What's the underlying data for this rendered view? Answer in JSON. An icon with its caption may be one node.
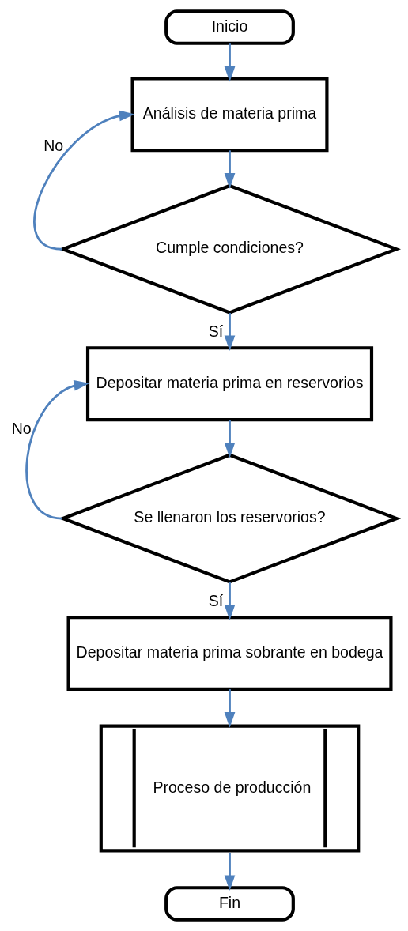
{
  "diagram": {
    "nodes": [
      {
        "text": [
          "Inicio"
        ]
      },
      {
        "text": [
          "Análisis de materia prima"
        ]
      },
      {
        "text": [
          "Cumple condiciones?"
        ]
      },
      {
        "text": [
          "Depositar materia prima en reservorios"
        ]
      },
      {
        "text": [
          "Se llenaron los reservorios?"
        ]
      },
      {
        "text": [
          "Depositar materia prima sobrante en bodega"
        ]
      },
      {
        "text": [
          "Proceso de producción"
        ]
      },
      {
        "text": [
          "Fin"
        ]
      }
    ],
    "edges": [
      {
        "from": 0,
        "to": 1,
        "arrow": "to"
      },
      {
        "from": 1,
        "to": 2,
        "arrow": "to"
      },
      {
        "from": 2,
        "to": 1,
        "arrow": "to",
        "label": "No"
      },
      {
        "from": 2,
        "to": 3,
        "arrow": "to",
        "label": "Sí"
      },
      {
        "from": 3,
        "to": 4,
        "arrow": "to"
      },
      {
        "from": 4,
        "to": 3,
        "arrow": "to",
        "label": "No"
      },
      {
        "from": 4,
        "to": 5,
        "arrow": "to",
        "label": "Sí"
      },
      {
        "from": 5,
        "to": 6,
        "arrow": "to"
      },
      {
        "from": 6,
        "to": 7,
        "arrow": "to"
      }
    ]
  }
}
